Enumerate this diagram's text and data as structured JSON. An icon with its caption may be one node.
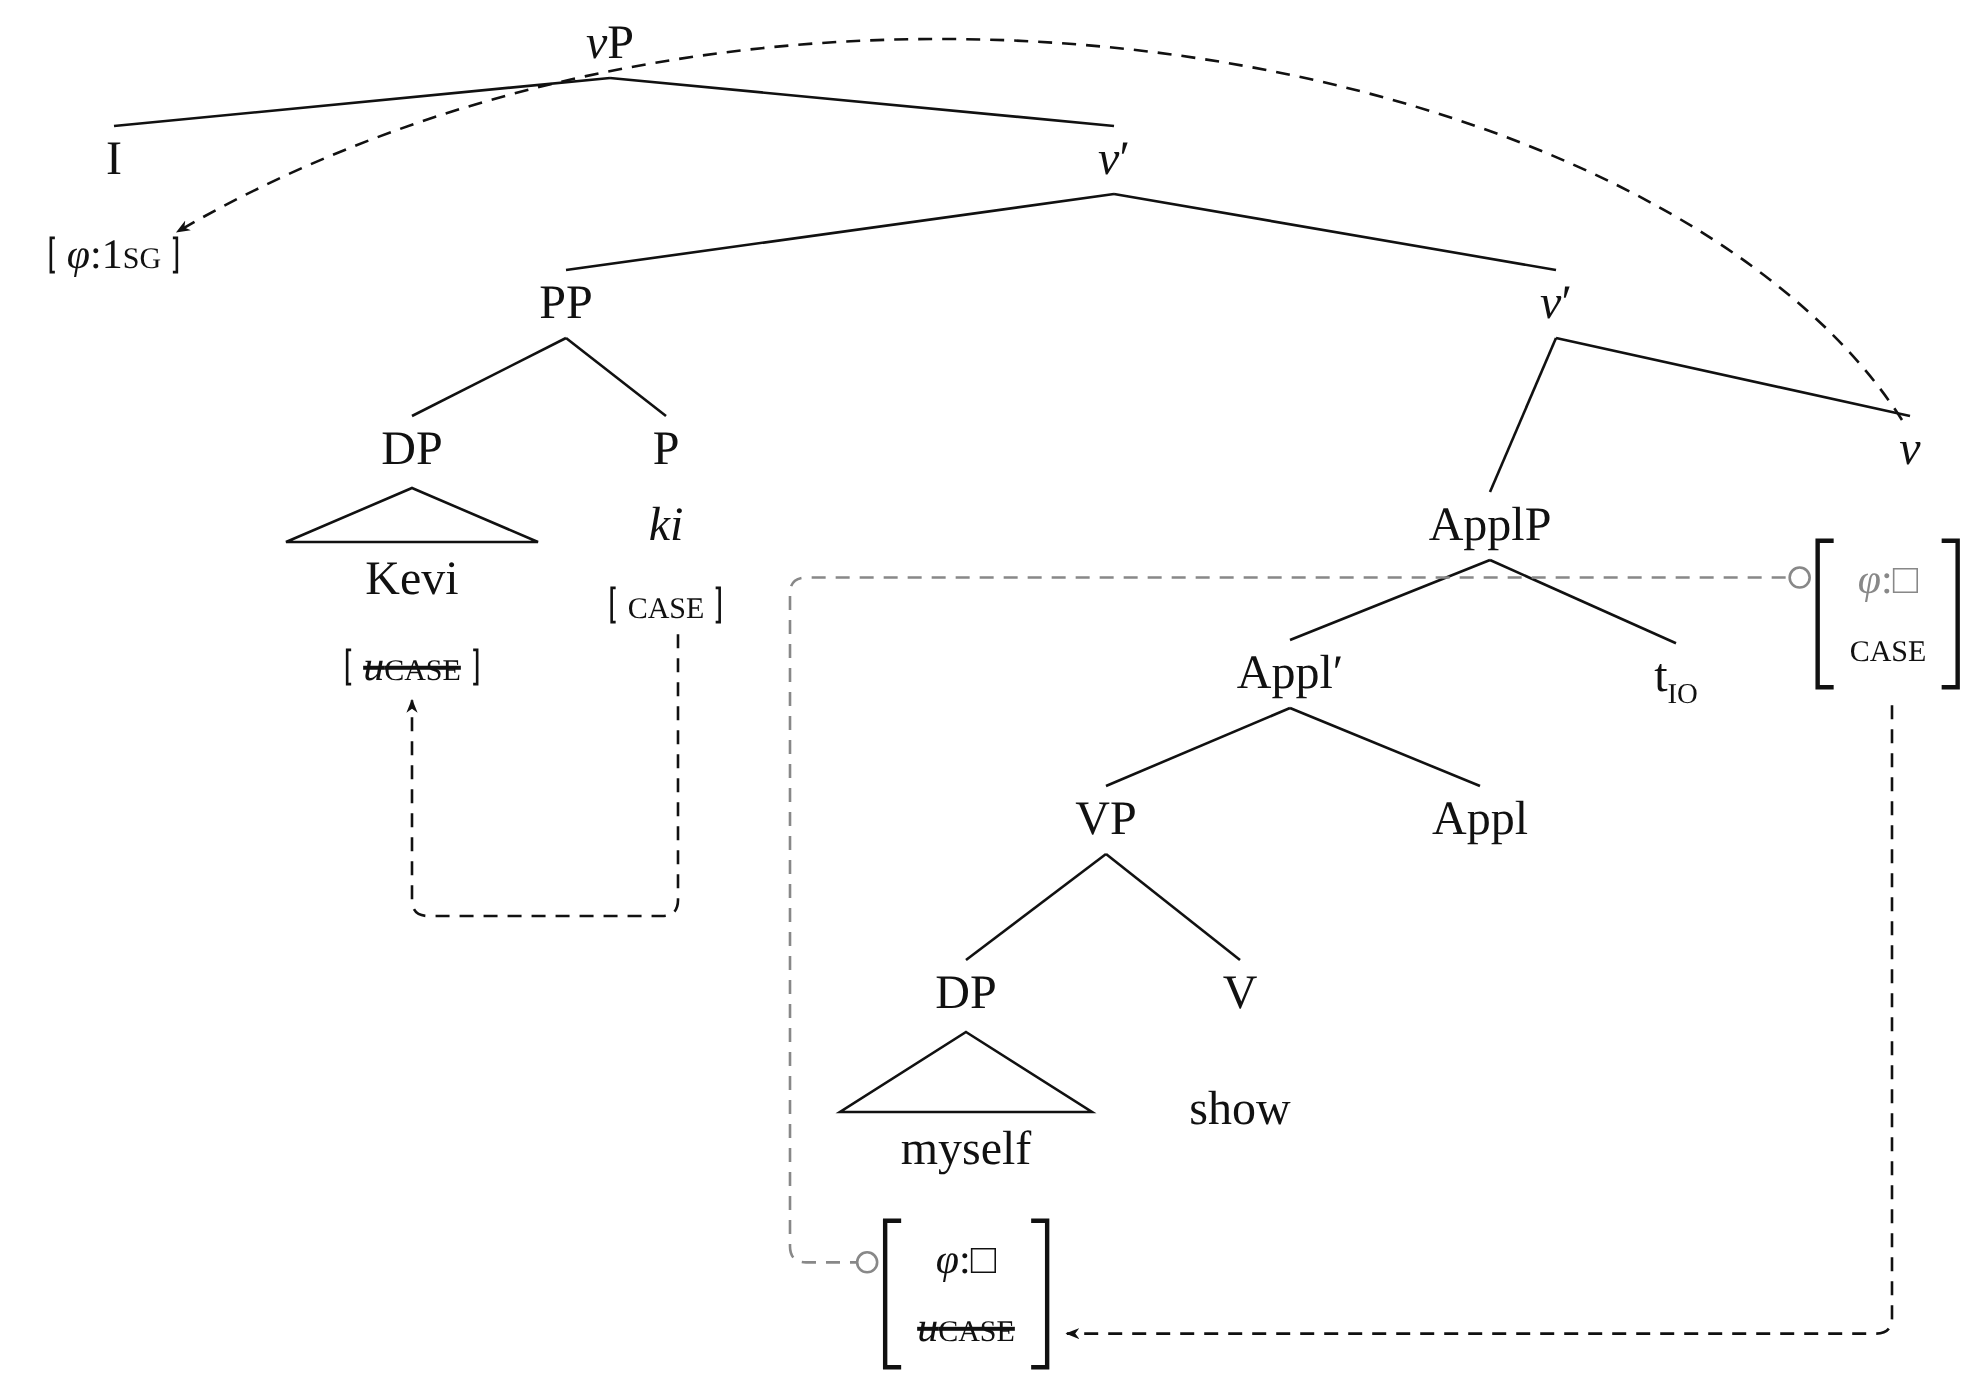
{
  "diagram": {
    "nodes": [
      {
        "text": [
          "vP"
        ]
      },
      {
        "text": [
          "I"
        ]
      },
      {
        "text": [
          "φ:1sg"
        ]
      },
      {
        "text": [
          "v′"
        ]
      },
      {
        "text": [
          "PP"
        ]
      },
      {
        "text": [
          "v′"
        ]
      },
      {
        "text": [
          "DP"
        ]
      },
      {
        "text": [
          "P"
        ]
      },
      {
        "text": [
          "Kevi"
        ]
      },
      {
        "text": [
          "ki"
        ]
      },
      {
        "text": [
          "case"
        ]
      },
      {
        "text": [
          "ucase"
        ]
      },
      {
        "text": [
          "ApplP"
        ]
      },
      {
        "text": [
          "v"
        ]
      },
      {
        "text": [
          "φ:□",
          "case"
        ]
      },
      {
        "text": [
          "Appl′"
        ]
      },
      {
        "text": [
          "t$_{IO}$"
        ]
      },
      {
        "text": [
          "VP"
        ]
      },
      {
        "text": [
          "Appl"
        ]
      },
      {
        "text": [
          "DP"
        ]
      },
      {
        "text": [
          "V"
        ]
      },
      {
        "text": [
          "myself"
        ]
      },
      {
        "text": [
          "show"
        ]
      },
      {
        "text": [
          "φ:□",
          "ucase"
        ]
      }
    ],
    "edges": [
      {
        "from": 0,
        "to": 1,
        "arrow": "none"
      },
      {
        "from": 0,
        "to": 3,
        "arrow": "none"
      },
      {
        "from": 3,
        "to": 4,
        "arrow": "none"
      },
      {
        "from": 3,
        "to": 5,
        "arrow": "none"
      },
      {
        "from": 4,
        "to": 6,
        "arrow": "none"
      },
      {
        "from": 4,
        "to": 7,
        "arrow": "none"
      },
      {
        "from": 5,
        "to": 12,
        "arrow": "none"
      },
      {
        "from": 5,
        "to": 13,
        "arrow": "none"
      },
      {
        "from": 12,
        "to": 15,
        "arrow": "none"
      },
      {
        "from": 12,
        "to": 16,
        "arrow": "none"
      },
      {
        "from": 15,
        "to": 17,
        "arrow": "none"
      },
      {
        "from": 15,
        "to": 18,
        "arrow": "none"
      },
      {
        "from": 17,
        "to": 19,
        "arrow": "none"
      },
      {
        "from": 17,
        "to": 20,
        "arrow": "none"
      },
      {
        "from": 13,
        "to": 2,
        "arrow": "to",
        "style": "dashed"
      },
      {
        "from": 10,
        "to": 11,
        "arrow": "to",
        "style": "dashed"
      },
      {
        "from": 14,
        "to": 23,
        "arrow": "to",
        "style": "dashed"
      },
      {
        "from": 14,
        "to": 23,
        "arrow": "other",
        "style": "dashed",
        "color": "#888888"
      }
    ]
  }
}
